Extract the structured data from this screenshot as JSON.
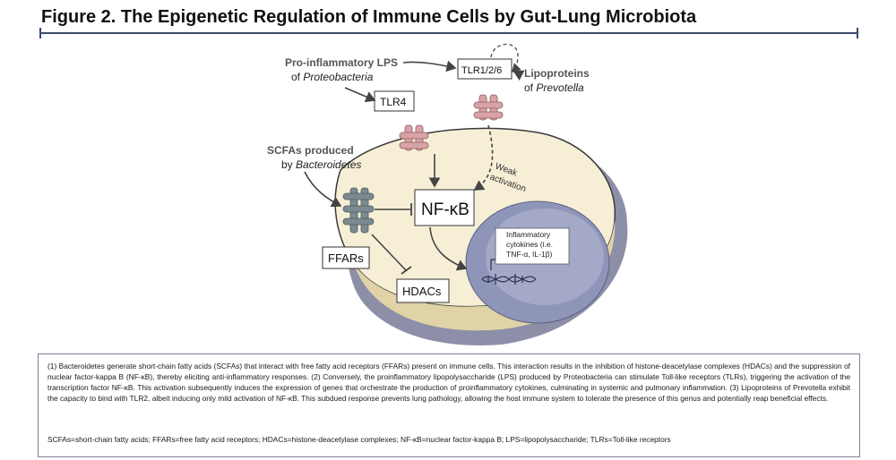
{
  "title": "Figure 2. The Epigenetic Regulation of Immune Cells by Gut-Lung Microbiota",
  "labels": {
    "lps_line1": "Pro-inflammatory LPS",
    "lps_line2_prefix": "of ",
    "lps_line2_italic": "Proteobacteria",
    "lipo_line1": "Lipoproteins",
    "lipo_line2_prefix": "of ",
    "lipo_line2_italic": "Prevotella",
    "scfa_line1": "SCFAs produced",
    "scfa_line2_prefix": "by ",
    "scfa_line2_italic": "Bacteroidetes",
    "tlr4": "TLR4",
    "tlr126": "TLR1/2/6",
    "nfkb": "NF-κB",
    "ffars": "FFARs",
    "hdacs": "HDACs",
    "weak1": "Weak",
    "weak2": "activation",
    "cyto1": "Inflammatory",
    "cyto2": "cytokines (i.e.",
    "cyto3": "TNF-α, IL-1β)"
  },
  "caption": {
    "paragraph": "(1) Bacteroidetes generate short-chain fatty acids (SCFAs) that interact with free fatty acid receptors (FFARs) present on immune cells. This interaction results in the inhibition of histone-deacetylase complexes (HDACs) and the suppression of nuclear factor-kappa B (NF-κB), thereby eliciting anti-inflammatory responses. (2) Conversely, the proinflammatory lipopolysaccharide (LPS) produced by Proteobacteria can stimulate Toll-like receptors (TLRs), triggering the activation of the transcription factor NF-κB. This activation subsequently induces the expression of genes that orchestrate the production of proinflammatory cytokines, culminating in systemic and pulmonary inflammation. (3) Lipoproteins of Prevotella exhibit the capacity to bind with TLR2, albeit inducing only mild activation of NF-κB. This subdued response prevents lung pathology, allowing the host immune system to tolerate the presence of this genus and potentially reap beneficial effects.",
    "abbreviations": "SCFAs=short-chain fatty acids; FFARs=free fatty acid receptors; HDACs=histone-deacetylase complexes; NF-κB=nuclear factor-kappa B; LPS=lipopolysaccharide; TLRs=Toll-like receptors"
  },
  "colors": {
    "cell_fill": "#f6efd6",
    "cell_shadow": "#e0d3a8",
    "outer_rim": "#8d8fa8",
    "nucleus": "#8f95b8",
    "receptor_pink": "#d9a2a6",
    "ffar_gray": "#7c8a91",
    "rule_navy": "#3a4a6b"
  }
}
